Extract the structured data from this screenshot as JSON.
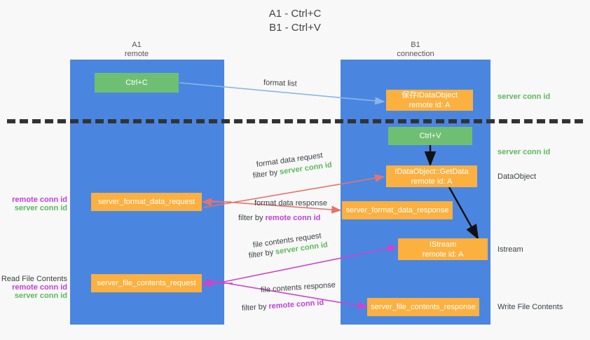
{
  "title": "A1 - Ctrl+C\nB1 - Ctrl+V",
  "columns": [
    {
      "name": "A1",
      "sub": "remote"
    },
    {
      "name": "B1",
      "sub": "connection"
    }
  ],
  "nodes": {
    "ctrl_c": {
      "label": "Ctrl+C"
    },
    "save_idataobject": {
      "label": "保存IDataObject",
      "sub": "remote id: A"
    },
    "ctrl_v": {
      "label": "Ctrl+V"
    },
    "idataobject_getdata": {
      "label": "IDataObject::GetData",
      "sub": "remote id: A"
    },
    "format_data_request": {
      "label": "server_format_data_request"
    },
    "format_data_response": {
      "label": "server_format_data_response"
    },
    "istream": {
      "label": "IStream",
      "sub": "remote id: A"
    },
    "file_contents_request": {
      "label": "server_file_contents_request"
    },
    "file_contents_response": {
      "label": "server_file_contents_response"
    }
  },
  "right_labels": {
    "server_conn_id_top": "server conn id",
    "server_conn_id_mid": "server conn id",
    "dataobject": "DataObject",
    "istream": "Istream",
    "write_file_contents": "Write File Contents"
  },
  "left_labels": {
    "format_note": {
      "remote": "remote conn id",
      "server": "server conn id"
    },
    "file_note": {
      "header": "Read File Contents",
      "remote": "remote conn id",
      "server": "server conn id"
    }
  },
  "edges": {
    "format_list": {
      "text": "format list"
    },
    "format_data_request": {
      "text": "format data request",
      "filter_prefix": "filter by ",
      "filter_key": "server conn id"
    },
    "format_data_response": {
      "text": "format data response",
      "filter_prefix": "filter by ",
      "filter_key": "remote conn id"
    },
    "file_contents_request": {
      "text": "file contents request",
      "filter_prefix": "filter by ",
      "filter_key": "server conn id"
    },
    "file_contents_response": {
      "text": "file contents response",
      "filter_prefix": "filter by ",
      "filter_key": "remote conn id"
    }
  },
  "colors": {
    "lane": "#4a86e0",
    "green_node": "#6fbf73",
    "orange_node": "#fbb040",
    "server_conn_id": "#5cb85c",
    "remote_conn_id": "#c13fd6",
    "arrow_blue": "#8ab6e8",
    "arrow_red": "#e8726b",
    "arrow_magenta": "#cc44cc",
    "arrow_black": "#111111",
    "background": "#f8f8f8"
  }
}
